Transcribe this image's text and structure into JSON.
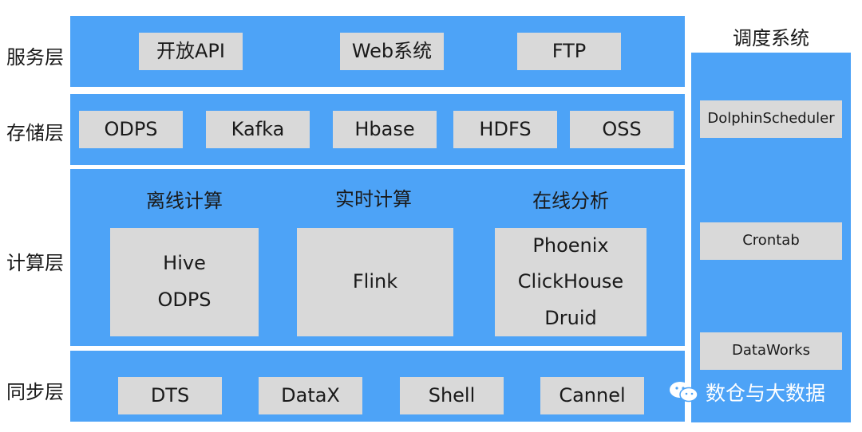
{
  "layers": {
    "service": "服务层",
    "storage": "存储层",
    "compute": "计算层",
    "sync": "同步层"
  },
  "service": [
    "开放API",
    "Web系统",
    "FTP"
  ],
  "storage": [
    "ODPS",
    "Kafka",
    "Hbase",
    "HDFS",
    "OSS"
  ],
  "compute": {
    "offline": {
      "title": "离线计算",
      "items": [
        "Hive",
        "ODPS"
      ]
    },
    "realtime": {
      "title": "实时计算",
      "items": [
        "Flink"
      ]
    },
    "olap": {
      "title": "在线分析",
      "items": [
        "Phoenix",
        "ClickHouse",
        "Druid"
      ]
    }
  },
  "sync": [
    "DTS",
    "DataX",
    "Shell",
    "Cannel"
  ],
  "scheduler": {
    "title": "调度系统",
    "items": [
      "DolphinScheduler",
      "Crontab",
      "DataWorks"
    ]
  },
  "watermark": {
    "text": "数仓与大数据",
    "icon": "wechat-icon"
  },
  "colors": {
    "band": "#4da3f7",
    "box": "#d9d9d9"
  }
}
